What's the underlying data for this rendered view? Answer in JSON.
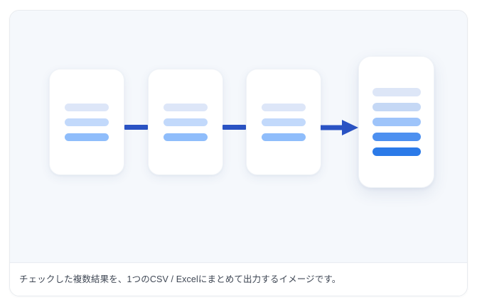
{
  "figure": {
    "caption": "チェックした複数結果を、1つのCSV / Excelにまとめて出力するイメージです。",
    "background_color": "#f5f8fc",
    "card_background": "#ffffff",
    "border_color": "#e8ebef",
    "divider_color": "#e9ecf1",
    "caption_color": "#3f4754"
  },
  "diagram": {
    "type": "merge-flow",
    "accent_color": "#2a53c4",
    "source_cards": [
      {
        "id": "card-1",
        "name": "source-document-1",
        "bars": [
          {
            "color": "#dde6f8"
          },
          {
            "color": "#c2d9fb"
          },
          {
            "color": "#8fbdfb"
          }
        ]
      },
      {
        "id": "card-2",
        "name": "source-document-2",
        "bars": [
          {
            "color": "#dde6f8"
          },
          {
            "color": "#c2d9fb"
          },
          {
            "color": "#8fbdfb"
          }
        ]
      },
      {
        "id": "card-3",
        "name": "source-document-3",
        "bars": [
          {
            "color": "#dde6f8"
          },
          {
            "color": "#c2d9fb"
          },
          {
            "color": "#8fbdfb"
          }
        ]
      }
    ],
    "output_card": {
      "id": "card-output",
      "name": "merged-output-document",
      "bars": [
        {
          "color": "#dde6f7"
        },
        {
          "color": "#c5d8f5"
        },
        {
          "color": "#9ec4fa"
        },
        {
          "color": "#4d90f0"
        },
        {
          "color": "#2b7ae8"
        }
      ]
    },
    "connectors": [
      {
        "id": "connector-1",
        "color": "#2a53c4"
      },
      {
        "id": "connector-2",
        "color": "#2a53c4"
      }
    ],
    "arrow": {
      "id": "arrow-to-output",
      "color": "#2a53c4",
      "direction": "right"
    }
  }
}
